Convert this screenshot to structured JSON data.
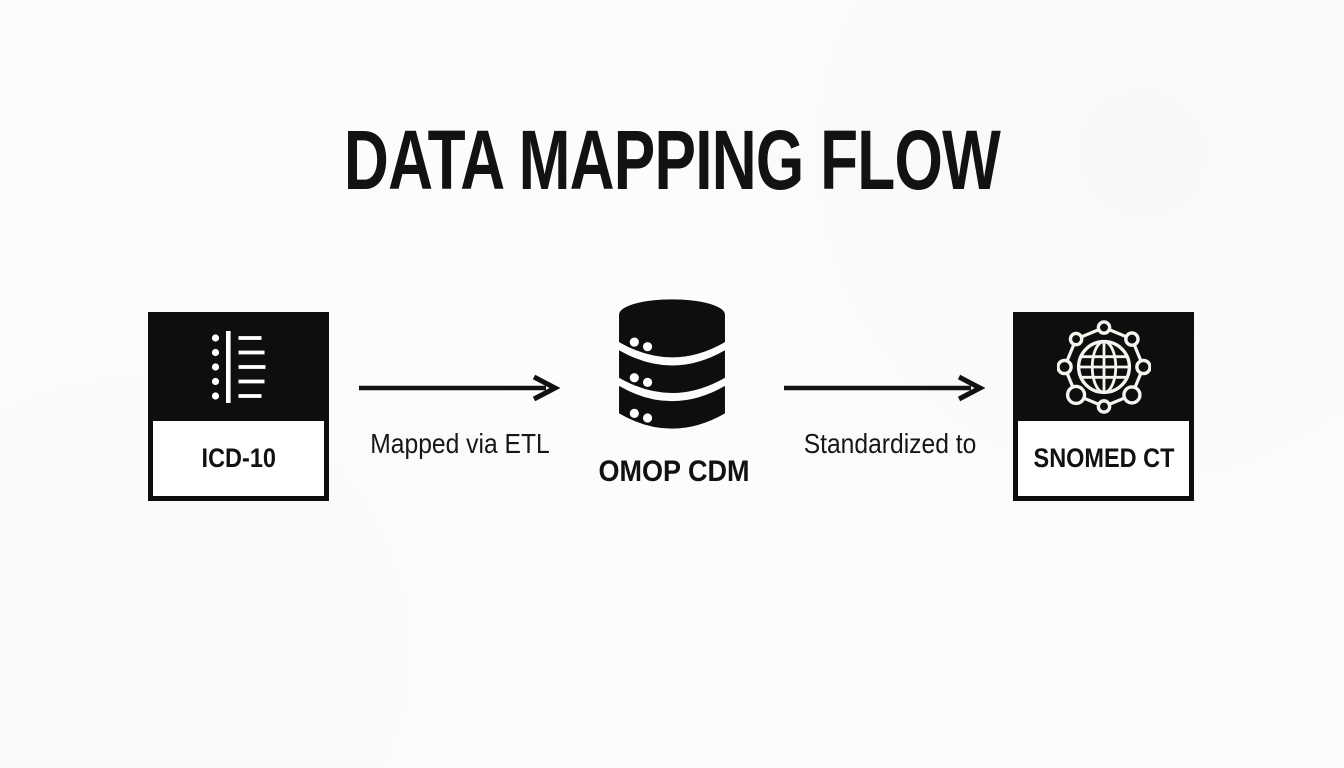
{
  "title": "DATA MAPPING FLOW",
  "nodes": {
    "source": {
      "label": "ICD-10",
      "icon": "code-list-icon"
    },
    "middle": {
      "label": "OMOP CDM",
      "icon": "database-icon"
    },
    "target": {
      "label": "SNOMED CT",
      "icon": "network-globe-icon"
    }
  },
  "arrows": {
    "first": {
      "label": "Mapped via ETL"
    },
    "second": {
      "label": "Standardized to"
    }
  },
  "colors": {
    "ink": "#0e0e0e",
    "background": "#fcfcfb",
    "panel_white": "#ffffff",
    "icon_white": "#f6f4ee"
  }
}
